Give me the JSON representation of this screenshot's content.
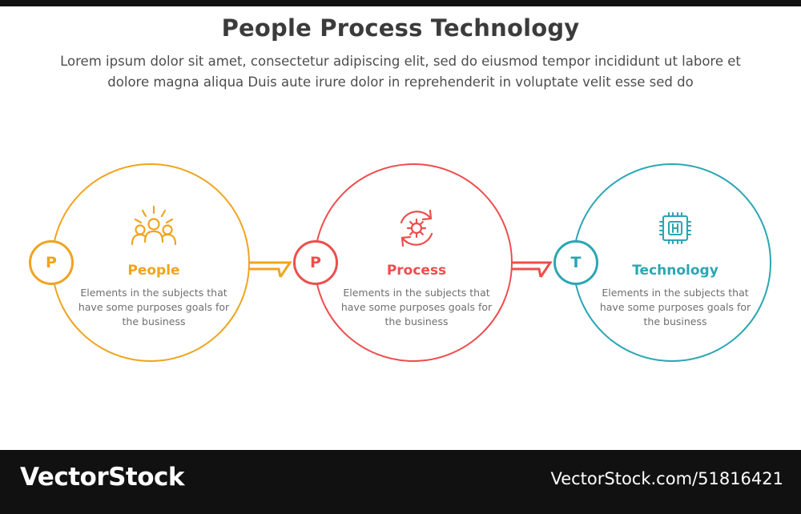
{
  "header": {
    "title": "People Process Technology",
    "subtitle": "Lorem ipsum dolor sit amet, consectetur adipiscing elit, sed do eiusmod tempor incididunt ut labore et dolore magna aliqua Duis aute irure dolor in reprehenderit in voluptate velit esse sed do"
  },
  "colors": {
    "people": "#f0a41e",
    "process": "#ee4d4d",
    "technology": "#2ba6b3",
    "title": "#3b3b3b",
    "subtitle": "#4d4d4d",
    "description": "#6f6f6f",
    "footer_bg": "#111111"
  },
  "nodes": [
    {
      "badge": "P",
      "title": "People",
      "description": "Elements in the subjects that have  some purposes goals for the  business",
      "icon": "people-group-icon",
      "color": "#f0a41e"
    },
    {
      "badge": "P",
      "title": "Process",
      "description": "Elements in the subjects that have  some purposes goals for the  business",
      "icon": "gear-refresh-icon",
      "color": "#ee4d4d"
    },
    {
      "badge": "T",
      "title": "Technology",
      "description": "Elements in the subjects that have  some purposes goals for the  business",
      "icon": "cpu-chip-icon",
      "color": "#2ba6b3"
    }
  ],
  "footer": {
    "brand": "VectorStock",
    "url": "VectorStock.com/51816421"
  }
}
